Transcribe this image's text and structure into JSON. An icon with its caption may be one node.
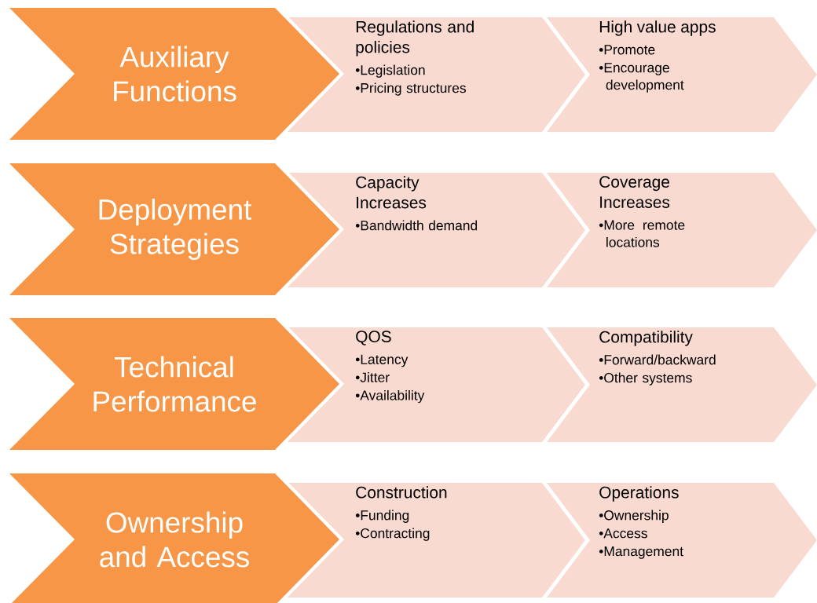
{
  "diagram": {
    "nodes": [
      {
        "text": [
          "Auxiliary Functions"
        ]
      },
      {
        "text": [
          "Regulations and policies",
          "•Legislation",
          "•Pricing structures"
        ]
      },
      {
        "text": [
          "High value apps",
          "•Promote",
          "•Encourage development"
        ]
      },
      {
        "text": [
          "Deployment Strategies"
        ]
      },
      {
        "text": [
          "Capacity Increases",
          "•Bandwidth demand"
        ]
      },
      {
        "text": [
          "Coverage Increases",
          "•More remote locations"
        ]
      },
      {
        "text": [
          "Technical Performance"
        ]
      },
      {
        "text": [
          "QOS",
          "•Latency",
          "•Jitter",
          "•Availability"
        ]
      },
      {
        "text": [
          "Compatibility",
          "•Forward/backward",
          "•Other systems"
        ]
      },
      {
        "text": [
          "Ownership and Access"
        ]
      },
      {
        "text": [
          "Construction",
          "•Funding",
          "•Contracting"
        ]
      },
      {
        "text": [
          "Operations",
          "•Ownership",
          "•Access",
          "•Management"
        ]
      }
    ]
  }
}
